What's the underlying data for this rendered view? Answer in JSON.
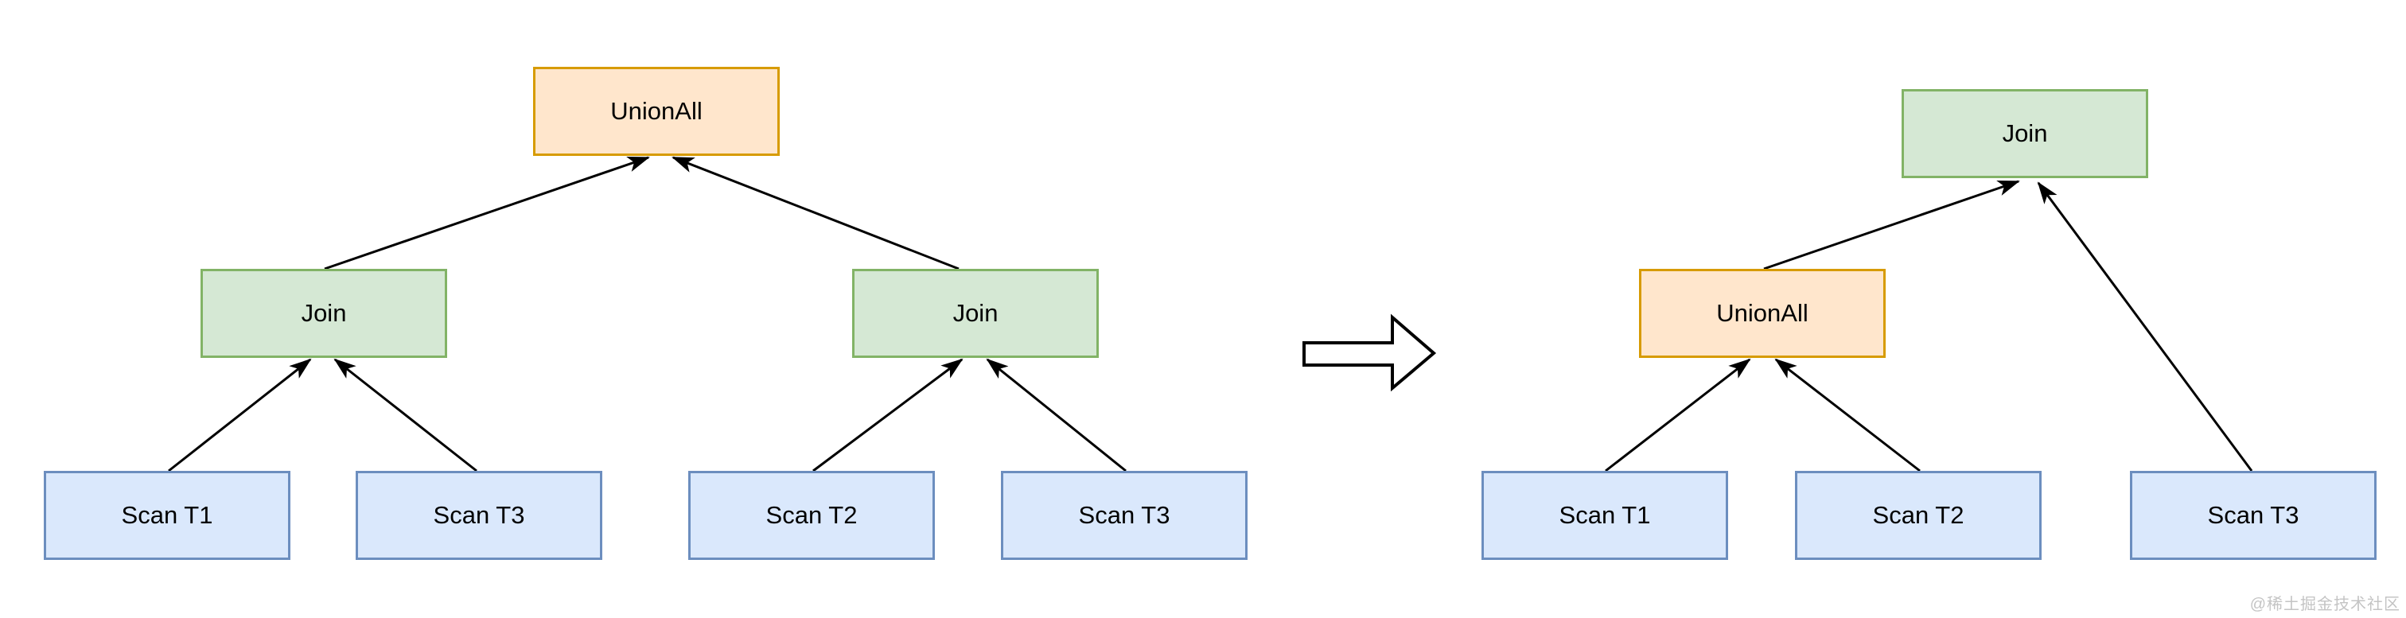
{
  "palette": {
    "background": "#ffffff",
    "union_fill": "#ffe6cc",
    "union_border": "#d79b00",
    "join_fill": "#d5e8d4",
    "join_border": "#82b366",
    "scan_fill": "#dae8fc",
    "scan_border": "#6c8ebf",
    "edge_color": "#000000",
    "watermark_color": "#c4c4c4"
  },
  "left_tree": {
    "nodes": [
      {
        "id": "unionall",
        "kind": "union",
        "label": "UnionAll"
      },
      {
        "id": "join-left",
        "kind": "join",
        "label": "Join"
      },
      {
        "id": "join-right",
        "kind": "join",
        "label": "Join"
      },
      {
        "id": "scan-t1",
        "kind": "scan",
        "label": "Scan T1"
      },
      {
        "id": "scan-t3a",
        "kind": "scan",
        "label": "Scan T3"
      },
      {
        "id": "scan-t2",
        "kind": "scan",
        "label": "Scan T2"
      },
      {
        "id": "scan-t3b",
        "kind": "scan",
        "label": "Scan T3"
      }
    ],
    "edges": [
      {
        "from": "join-left",
        "to": "unionall"
      },
      {
        "from": "join-right",
        "to": "unionall"
      },
      {
        "from": "scan-t1",
        "to": "join-left"
      },
      {
        "from": "scan-t3a",
        "to": "join-left"
      },
      {
        "from": "scan-t2",
        "to": "join-right"
      },
      {
        "from": "scan-t3b",
        "to": "join-right"
      }
    ]
  },
  "right_tree": {
    "nodes": [
      {
        "id": "join",
        "kind": "join",
        "label": "Join"
      },
      {
        "id": "unionall",
        "kind": "union",
        "label": "UnionAll"
      },
      {
        "id": "scan-t1",
        "kind": "scan",
        "label": "Scan T1"
      },
      {
        "id": "scan-t2",
        "kind": "scan",
        "label": "Scan T2"
      },
      {
        "id": "scan-t3",
        "kind": "scan",
        "label": "Scan T3"
      }
    ],
    "edges": [
      {
        "from": "unionall",
        "to": "join"
      },
      {
        "from": "scan-t3",
        "to": "join"
      },
      {
        "from": "scan-t1",
        "to": "unionall"
      },
      {
        "from": "scan-t2",
        "to": "unionall"
      }
    ]
  },
  "transform_arrow": {
    "direction": "right"
  },
  "watermark": {
    "text": "@稀土掘金技术社区"
  }
}
